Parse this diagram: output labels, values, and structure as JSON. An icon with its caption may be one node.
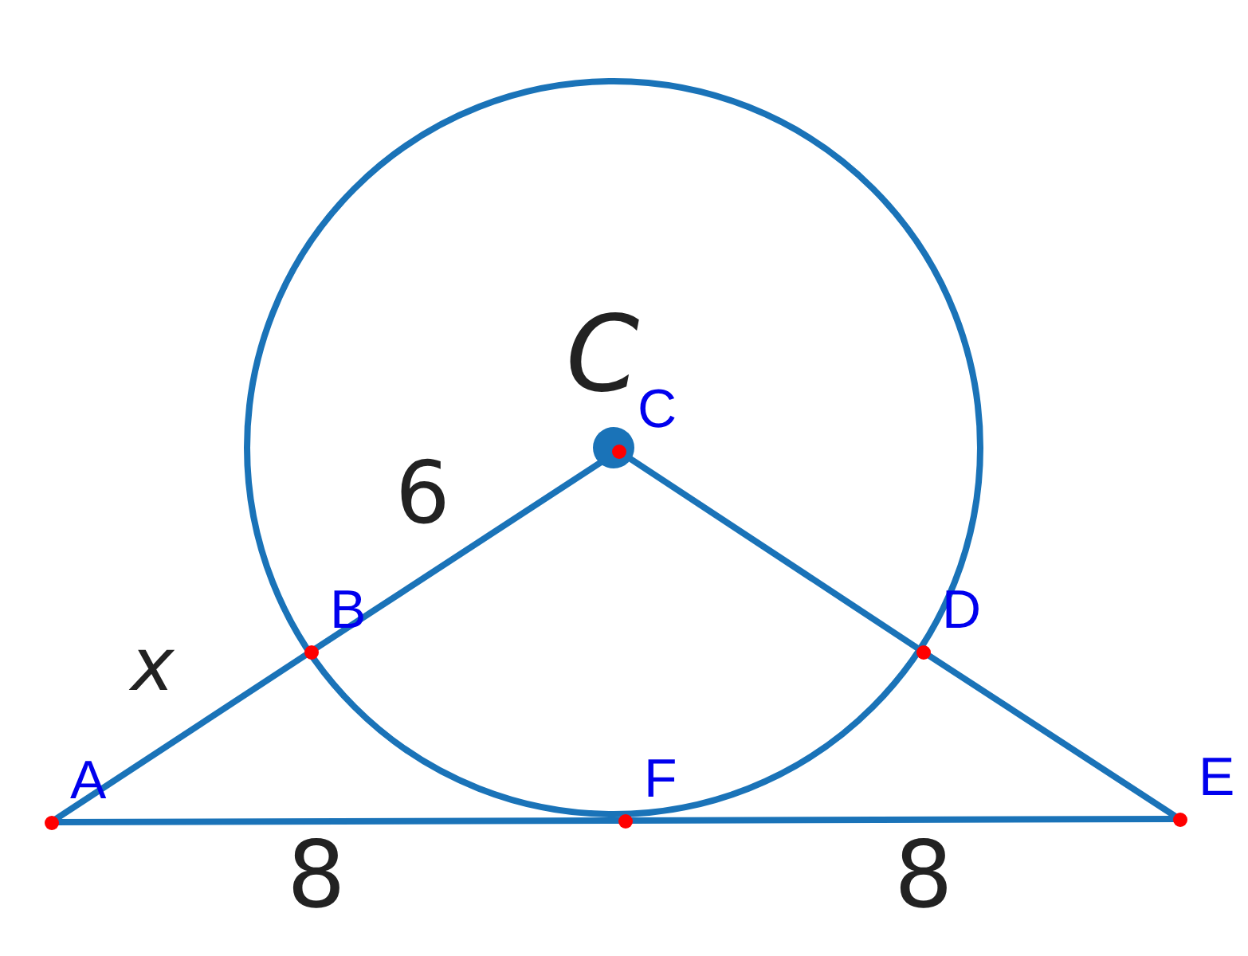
{
  "diagram": {
    "nodes": [
      {
        "text": [
          "A"
        ]
      },
      {
        "text": [
          "B"
        ]
      },
      {
        "text": [
          "C"
        ]
      },
      {
        "text": [
          "D"
        ]
      },
      {
        "text": [
          "E"
        ]
      },
      {
        "text": [
          "F"
        ]
      }
    ],
    "edges": [
      {
        "from": 0,
        "to": 1,
        "arrow": "none"
      },
      {
        "from": 1,
        "to": 2,
        "arrow": "none"
      },
      {
        "from": 2,
        "to": 3,
        "arrow": "none"
      },
      {
        "from": 3,
        "to": 4,
        "arrow": "none"
      },
      {
        "from": 0,
        "to": 5,
        "arrow": "none"
      },
      {
        "from": 5,
        "to": 4,
        "arrow": "none"
      }
    ],
    "labels": [
      "C",
      "6",
      "x",
      "8",
      "8"
    ]
  }
}
